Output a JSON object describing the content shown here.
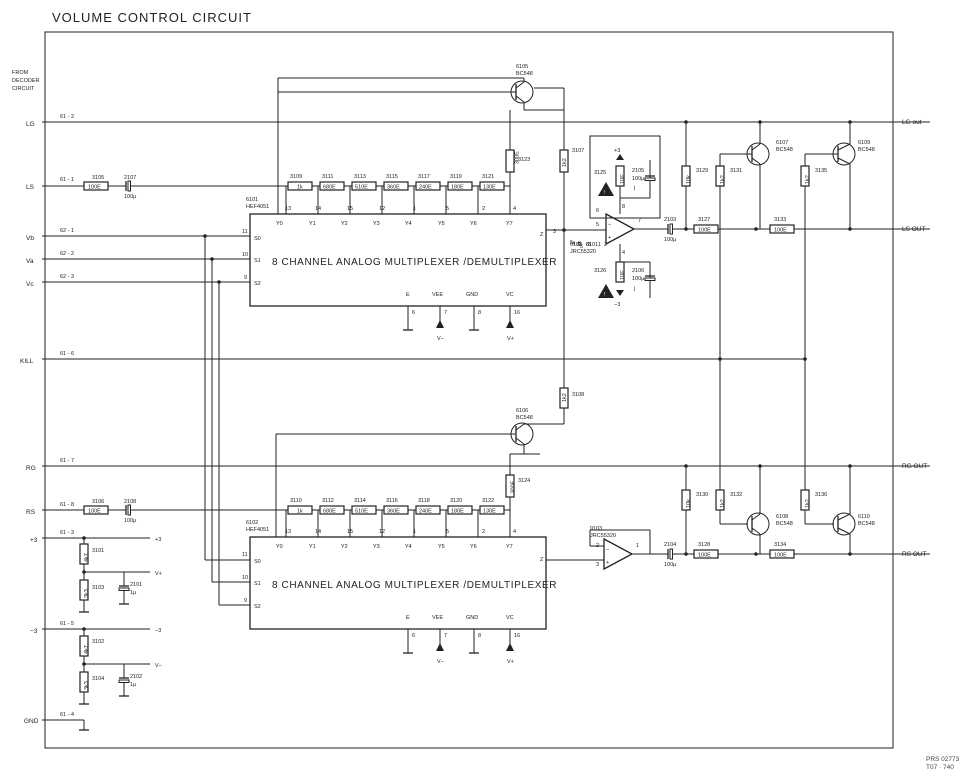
{
  "title": "VOLUME CONTROL CIRCUIT",
  "doc_ref": [
    "PRS 02773",
    "T07 · 740"
  ],
  "from_label": [
    "FROM",
    "DECODER",
    "CIRCUIT"
  ],
  "left_signals": [
    {
      "name": "LG",
      "net": "61 - 2"
    },
    {
      "name": "LS",
      "net": "61 - 1"
    },
    {
      "name": "Vb",
      "net": "62 - 1"
    },
    {
      "name": "Va",
      "net": "62 - 2"
    },
    {
      "name": "Vc",
      "net": "62 - 3"
    },
    {
      "name": "KILL",
      "net": "61 - 6"
    },
    {
      "name": "RG",
      "net": "61 - 7"
    },
    {
      "name": "RS",
      "net": "61 - 8"
    },
    {
      "name": "+3",
      "net": "61 - 3"
    },
    {
      "name": "−3",
      "net": "61 - 5"
    },
    {
      "name": "GND",
      "net": "61 - 4"
    }
  ],
  "outputs": [
    "LG out",
    "LS OUT",
    "RG OUT",
    "RS OUT"
  ],
  "mux": [
    {
      "ref": "6101",
      "part": "HEF4051",
      "label": "8 CHANNEL ANALOG MULTIPLEXER /DEMULTIPLEXER"
    },
    {
      "ref": "6102",
      "part": "HEF4051",
      "label": "8 CHANNEL ANALOG MULTIPLEXER /DEMULTIPLEXER"
    }
  ],
  "mux_top_pins": [
    "13",
    "14",
    "15",
    "12",
    "1",
    "5",
    "2",
    "4"
  ],
  "mux_channels": [
    "Y0",
    "Y1",
    "Y2",
    "Y3",
    "Y4",
    "Y5",
    "Y6",
    "Y7"
  ],
  "mux_select": [
    {
      "name": "S0",
      "pin": "11"
    },
    {
      "name": "S1",
      "pin": "10"
    },
    {
      "name": "S2",
      "pin": "9"
    }
  ],
  "mux_bottom": [
    {
      "name": "E",
      "pin": "6",
      "rail": ""
    },
    {
      "name": "VEE",
      "pin": "7",
      "rail": "V−"
    },
    {
      "name": "GND",
      "pin": "8",
      "rail": ""
    },
    {
      "name": "VC",
      "pin": "16",
      "rail": "V+"
    }
  ],
  "mux_out": {
    "name": "Z",
    "pin": "3"
  },
  "ladder_top": {
    "refs": [
      "3109",
      "3111",
      "3113",
      "3115",
      "3117",
      "3119",
      "3121"
    ],
    "values": [
      "1k",
      "680E",
      "510E",
      "360E",
      "240E",
      "180E",
      "130E"
    ]
  },
  "ladder_bottom": {
    "refs": [
      "3110",
      "3112",
      "3114",
      "3116",
      "3118",
      "3120",
      "3122"
    ],
    "values": [
      "1k",
      "680E",
      "510E",
      "360E",
      "240E",
      "180E",
      "130E"
    ]
  },
  "transistors": [
    {
      "ref": "6105",
      "part": "BC548"
    },
    {
      "ref": "6106",
      "part": "BC548"
    },
    {
      "ref": "6107",
      "part": "BC548"
    },
    {
      "ref": "6108",
      "part": "BC548"
    },
    {
      "ref": "6109",
      "part": "BC548"
    },
    {
      "ref": "6110",
      "part": "BC548"
    }
  ],
  "opamps": [
    {
      "ref": "6103",
      "part": "JRC55320"
    },
    {
      "ref": "9103",
      "part": "JRC55320"
    }
  ],
  "resistors": {
    "r3105": {
      "ref": "3105",
      "value": "100E"
    },
    "r3106": {
      "ref": "3106",
      "value": "100E"
    },
    "r3123": {
      "ref": "3123",
      "value": "300E"
    },
    "r3124": {
      "ref": "3124",
      "value": "300E"
    },
    "r3107": {
      "ref": "3107",
      "value": "1k2"
    },
    "r3108": {
      "ref": "3108",
      "value": "1k2"
    },
    "r3125": {
      "ref": "3125",
      "value": "10E"
    },
    "r3126": {
      "ref": "3126",
      "value": "10E"
    },
    "r3127": {
      "ref": "3127",
      "value": "100E"
    },
    "r3128": {
      "ref": "3128",
      "value": "100E"
    },
    "r3129": {
      "ref": "3129",
      "value": "10k"
    },
    "r3130": {
      "ref": "3130",
      "value": "10k"
    },
    "r3131": {
      "ref": "3131",
      "value": "1k2"
    },
    "r3132": {
      "ref": "3132",
      "value": "1k2"
    },
    "r3133": {
      "ref": "3133",
      "value": "100E"
    },
    "r3134": {
      "ref": "3134",
      "value": "100E"
    },
    "r3135": {
      "ref": "3135",
      "value": "1k2"
    },
    "r3136": {
      "ref": "3136",
      "value": "1k2"
    },
    "r3101": {
      "ref": "3101",
      "value": "4k7"
    },
    "r3102": {
      "ref": "3102",
      "value": "4k7"
    },
    "r3103": {
      "ref": "3103",
      "value": "3k3"
    },
    "r3104": {
      "ref": "3104",
      "value": "3k3"
    }
  },
  "capacitors": {
    "c2107": {
      "ref": "2107",
      "value": "100µ"
    },
    "c2108": {
      "ref": "2108",
      "value": "100µ"
    },
    "c2103": {
      "ref": "2103",
      "value": "100µ"
    },
    "c2104": {
      "ref": "2104",
      "value": "100µ"
    },
    "c2105": {
      "ref": "2105",
      "value": "100µ"
    },
    "c2106": {
      "ref": "2106",
      "value": "100µ"
    },
    "c2101": {
      "ref": "2101",
      "value": "1µ"
    },
    "c2102": {
      "ref": "2102",
      "value": "1µ"
    }
  },
  "opamp_pins": {
    "p5": "5",
    "p6": "6",
    "p7": "7",
    "p8": "8",
    "p4": "4",
    "p3": "3",
    "p2": "2",
    "p1": "1"
  },
  "rails": {
    "p3": "+3",
    "m3": "−3",
    "vplus": "V+",
    "vminus": "V−",
    "gnd_sym": "j"
  },
  "warning_glyph": "!"
}
